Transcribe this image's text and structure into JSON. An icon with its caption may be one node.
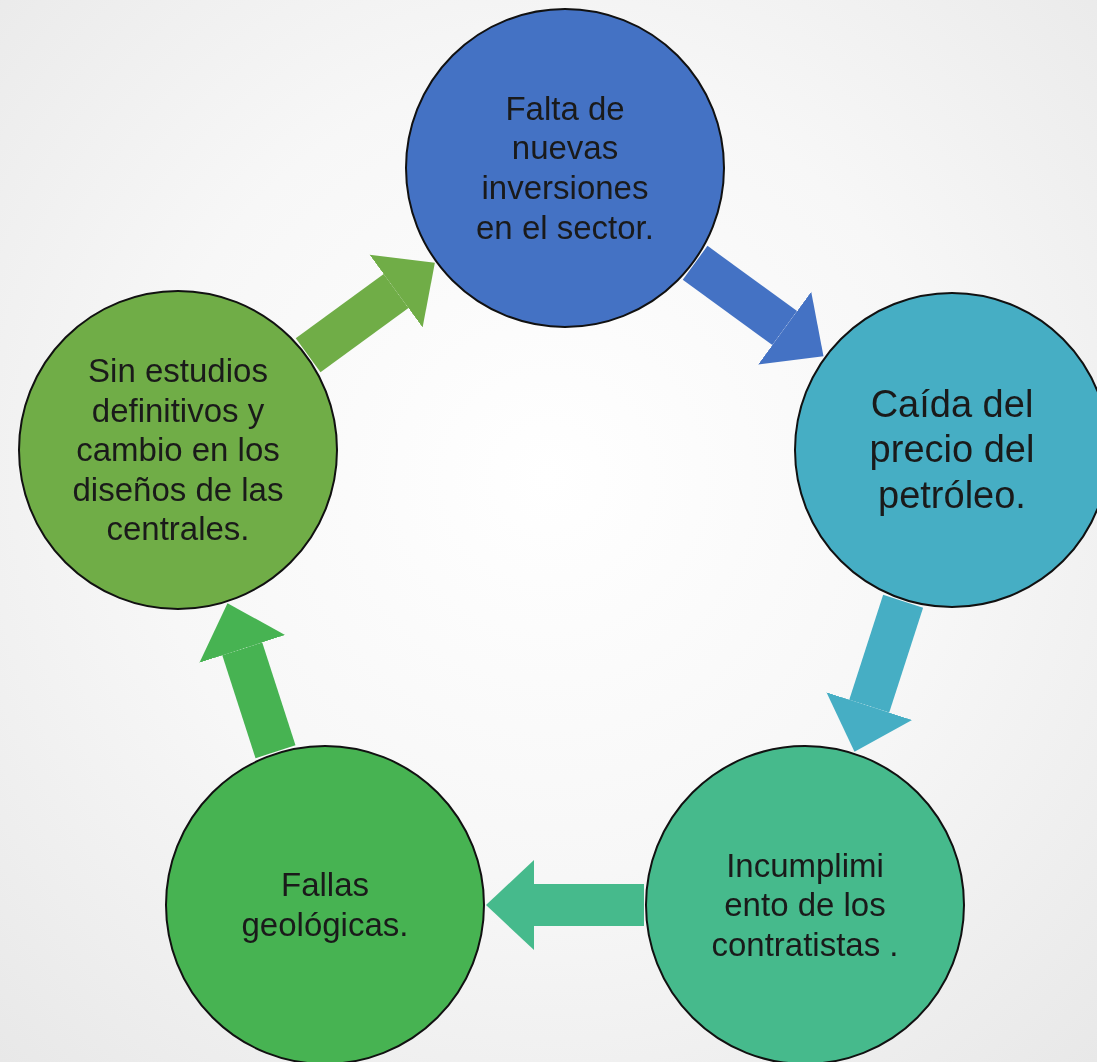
{
  "diagram": {
    "nodes": [
      {
        "text": [
          "Falta de nuevas inversiones en el sector."
        ]
      },
      {
        "text": [
          "Caída del precio del petróleo."
        ]
      },
      {
        "text": [
          "Incumplimi ento de los contratistas ."
        ]
      },
      {
        "text": [
          "Fallas geológicas."
        ]
      },
      {
        "text": [
          "Sin estudios definitivos y cambio en los diseños de las centrales."
        ]
      }
    ],
    "edges": [
      {
        "from": 0,
        "to": 1,
        "arrow": "to",
        "color": "#4472c4"
      },
      {
        "from": 1,
        "to": 2,
        "arrow": "to",
        "color": "#46aec4"
      },
      {
        "from": 2,
        "to": 3,
        "arrow": "to",
        "color": "#46ba8c"
      },
      {
        "from": 3,
        "to": 4,
        "arrow": "to",
        "color": "#47b352"
      },
      {
        "from": 4,
        "to": 0,
        "arrow": "to",
        "color": "#70ad47"
      }
    ]
  }
}
